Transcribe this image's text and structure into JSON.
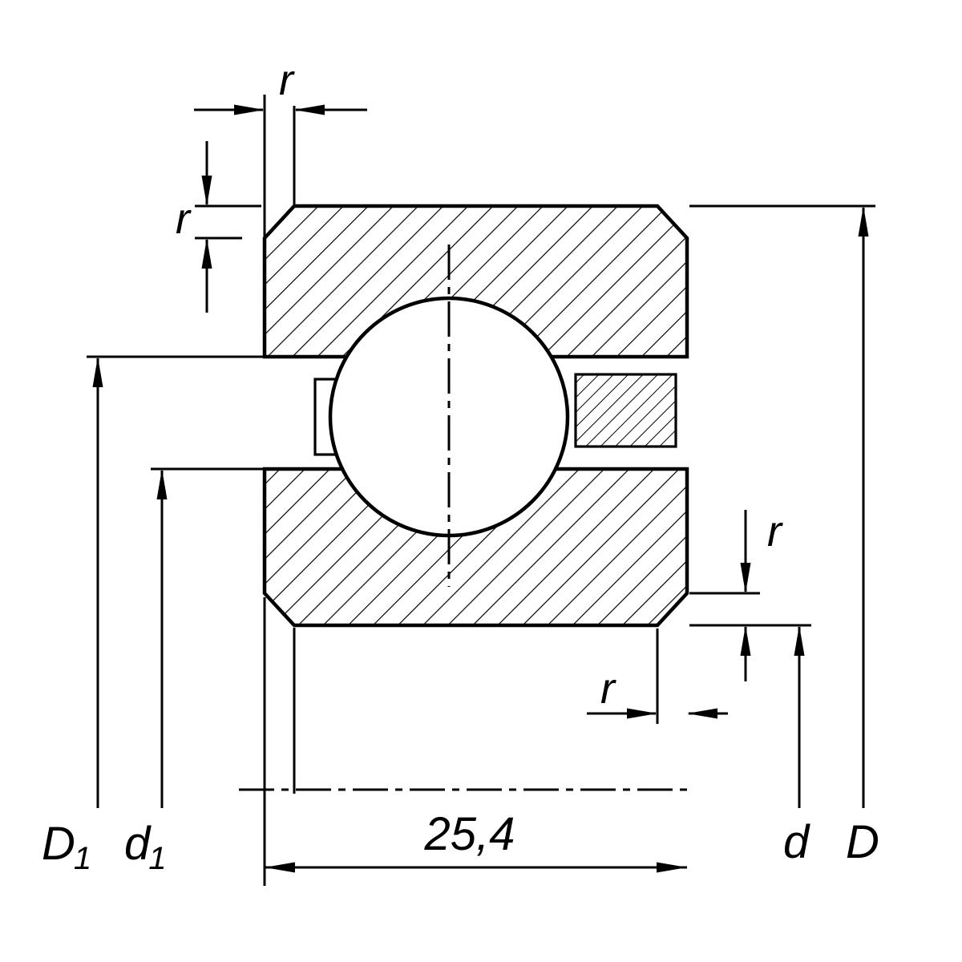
{
  "labels": {
    "r": "r",
    "width": "25,4",
    "D1": {
      "main": "D",
      "sub": "1"
    },
    "d1": {
      "main": "d",
      "sub": "1"
    },
    "d": "d",
    "D": "D"
  },
  "colors": {
    "line": "#000000",
    "background": "#ffffff"
  }
}
